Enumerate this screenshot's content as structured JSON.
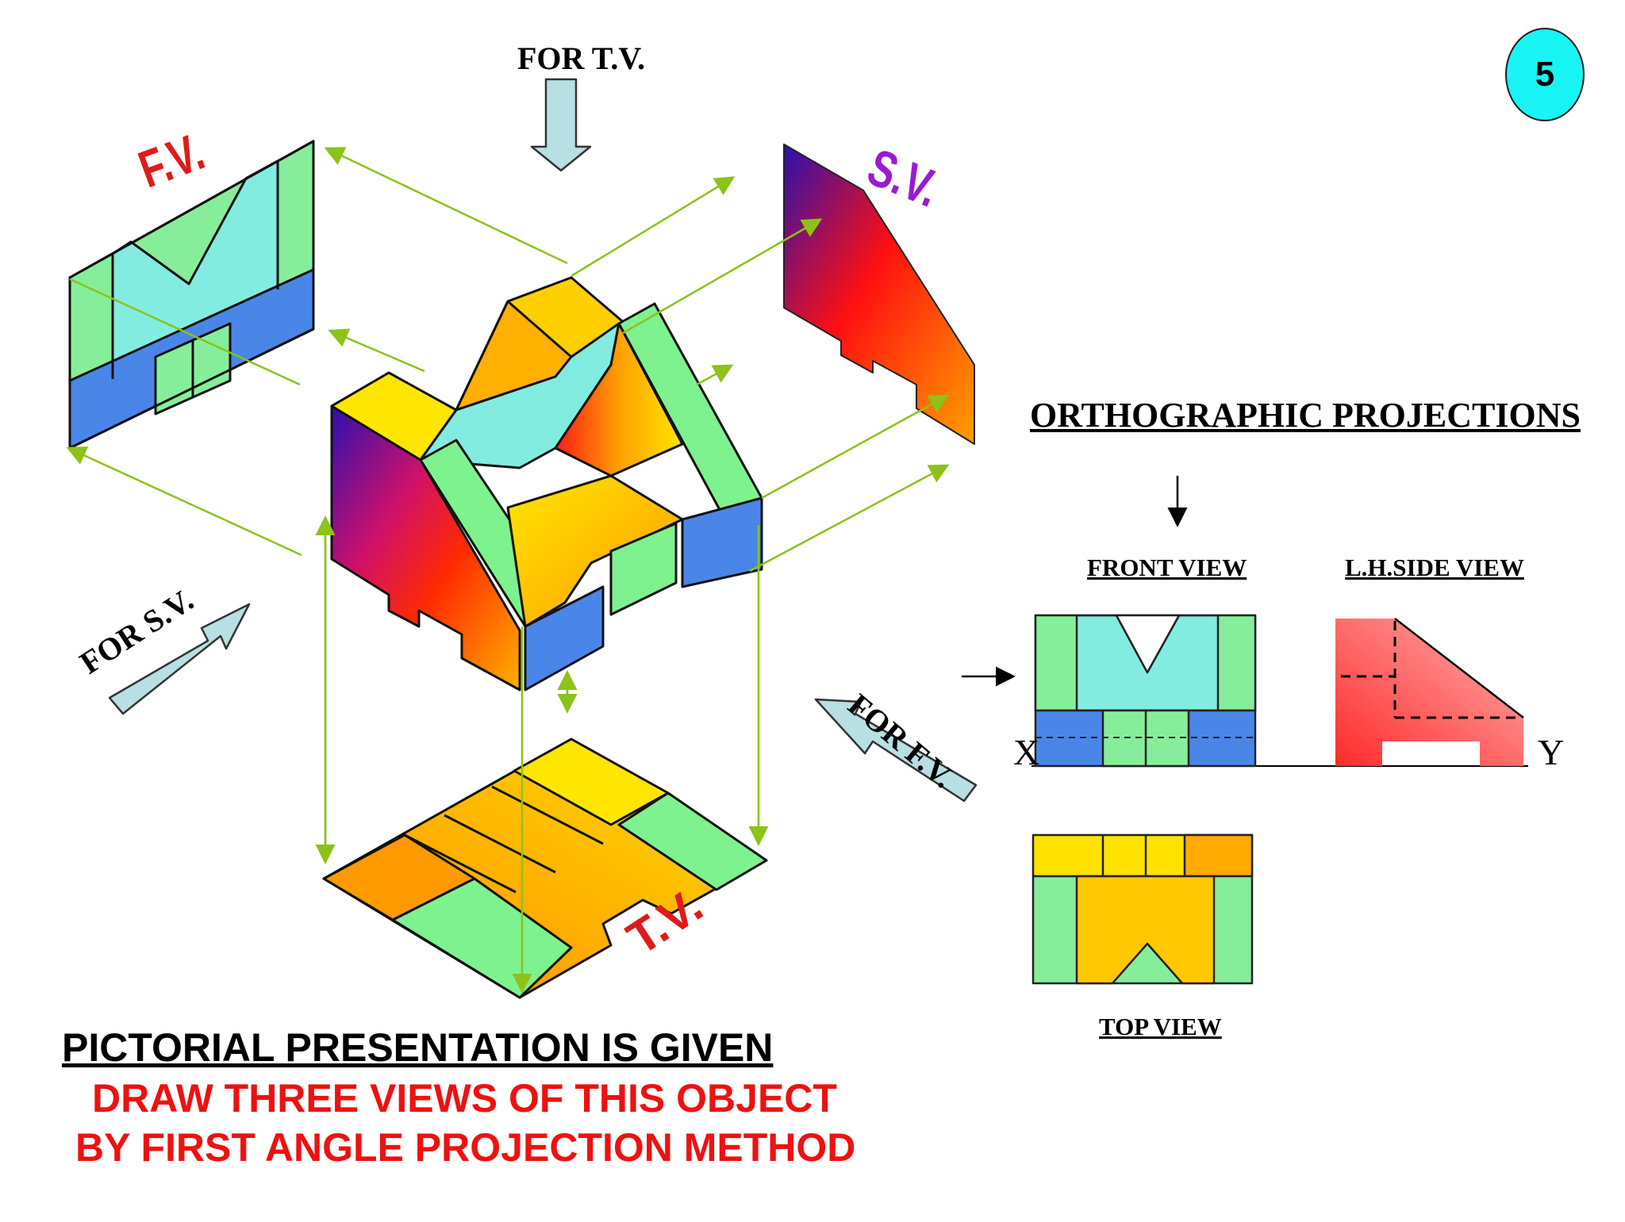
{
  "page_number": "5",
  "direction_labels": {
    "for_tv": "FOR T.V.",
    "for_sv": "FOR S.V.",
    "for_fv": "FOR F.V."
  },
  "view_tags": {
    "fv": "F.V.",
    "sv": "S.V.",
    "tv": "T.V."
  },
  "orthographic": {
    "heading": "ORTHOGRAPHIC PROJECTIONS",
    "front_view": "FRONT VIEW",
    "side_view": "L.H.SIDE VIEW",
    "top_view": "TOP VIEW",
    "x_label": "X",
    "y_label": "Y"
  },
  "instructions": {
    "line1": "PICTORIAL PRESENTATION IS GIVEN",
    "line2": "DRAW THREE VIEWS OF THIS OBJECT",
    "line3": "BY FIRST ANGLE PROJECTION METHOD"
  },
  "colors": {
    "arrow_line": "#8cc21a",
    "direction_arrow_fill": "#b8dfe3",
    "badge": "#18f4f4",
    "fv_tag": "#e01a1a",
    "sv_tag": "#9a1ad0",
    "instruction_red": "#ee1111",
    "light_green": "#86ee9a",
    "cyan_face": "#82ece0",
    "blue_face": "#4a86e8",
    "yellow_face": "#ffe200",
    "orange_face": "#ffaa00",
    "side_red": "#ff6060"
  }
}
